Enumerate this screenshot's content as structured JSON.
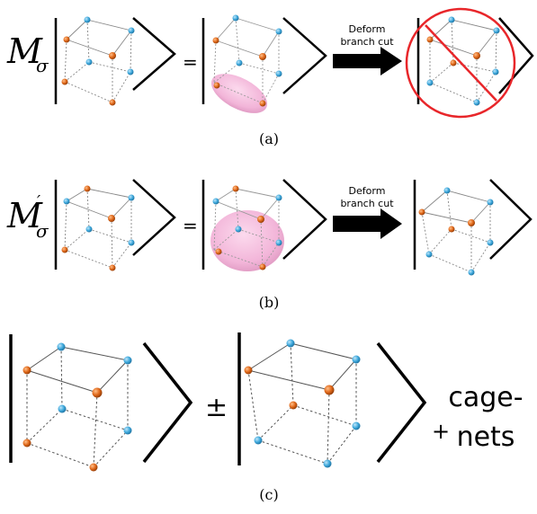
{
  "panel_a": {
    "caption": "(a)",
    "lhs_symbol": "M",
    "lhs_subscript": "σ",
    "equals": "=",
    "arrow_label_line1": "Deform",
    "arrow_label_line2": "branch cut"
  },
  "panel_b": {
    "caption": "(b)",
    "lhs_symbol": "M",
    "lhs_prime": "′",
    "lhs_subscript": "σ",
    "equals": "=",
    "arrow_label_line1": "Deform",
    "arrow_label_line2": "branch cut"
  },
  "panel_c": {
    "caption": "(c)",
    "operator": "±",
    "plus": "+",
    "cage_line1": "cage-",
    "cage_line2": "nets"
  },
  "colors": {
    "blue_node": "#3fa9dc",
    "orange_node": "#e0681a",
    "branch_cut": "#f2b8d8",
    "forbidden": "#e8262a",
    "arrow": "#000000"
  }
}
